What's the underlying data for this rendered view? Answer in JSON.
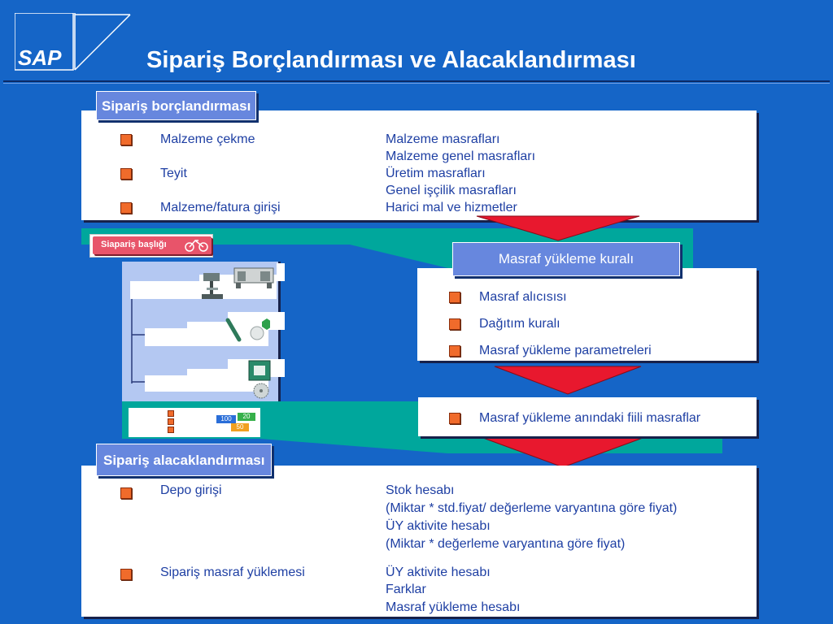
{
  "header": {
    "logo_text": "SAP",
    "title": "Sipariş Borçlandırması ve Alacaklandırması"
  },
  "debit": {
    "title": "Sipariş borçlandırması",
    "rows": [
      {
        "left": "Malzeme çekme",
        "right": [
          "Malzeme masrafları",
          "Malzeme genel masrafları"
        ]
      },
      {
        "left": "Teyit",
        "right": [
          "Üretim masrafları",
          "Genel işçilik masrafları"
        ]
      },
      {
        "left": "Malzeme/fatura girişi",
        "right": [
          "Harici mal ve hizmetler"
        ]
      }
    ]
  },
  "order_header_label": "Siapariş başlığı",
  "settlement_rule": {
    "title": "Masraf yükleme kuralı",
    "items": [
      "Masraf alıcısısı",
      "Dağıtım kuralı",
      "Masraf yükleme parametreleri"
    ]
  },
  "actual_costs": {
    "items": [
      "Masraf yükleme anındaki fiili masraflar"
    ]
  },
  "mini_values": {
    "a": "100",
    "b": "20",
    "c": "50"
  },
  "credit": {
    "title": "Sipariş alacaklandırması",
    "rows": [
      {
        "left": "Depo girişi",
        "right": [
          "Stok hesabı",
          "(Miktar * std.fiyat/ değerleme varyantına göre fiyat)",
          "ÜY aktivite hesabı",
          "(Miktar * değerleme varyantına göre fiyat)"
        ]
      },
      {
        "left": "Sipariş masraf yüklemesi",
        "right": [
          "ÜY aktivite hesabı",
          "Farklar",
          "Masraf yükleme hesabı"
        ]
      }
    ]
  },
  "colors": {
    "background": "#1565c7",
    "header_blue": "#6787de",
    "teal": "#00a79c",
    "arrow_red": "#e8182e",
    "bullet_orange": "#f06b2b",
    "text_blue": "#1e3fa3"
  }
}
